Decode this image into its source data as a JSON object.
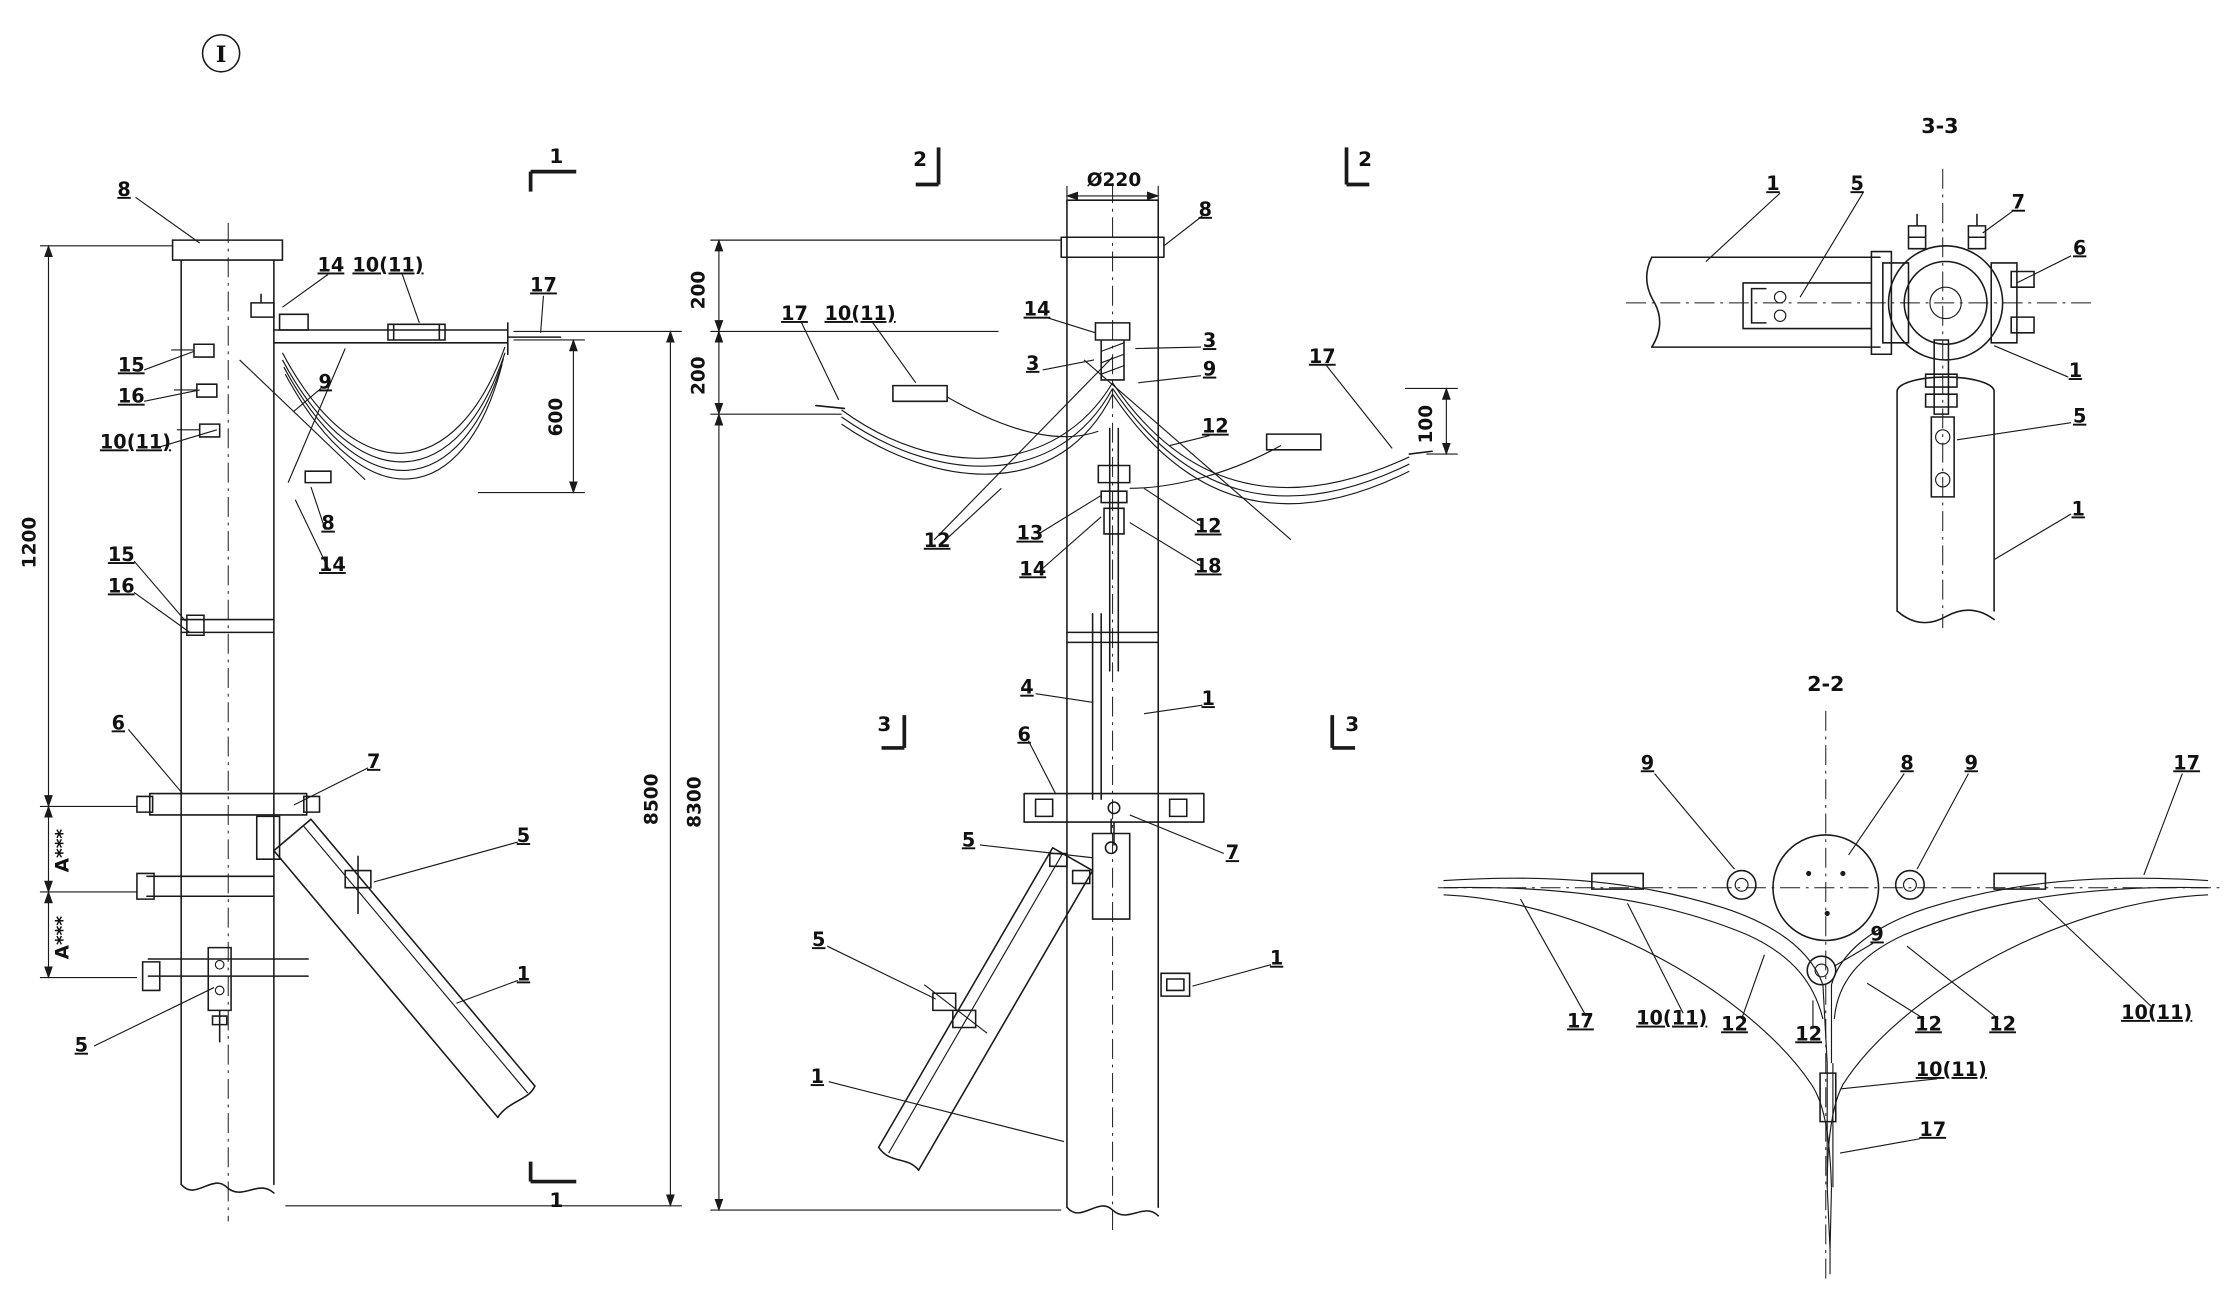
{
  "title_marker": "I",
  "colors": {
    "ink": "#1a1a1a",
    "paper": "#ffffff"
  },
  "views": {
    "front": {
      "flags": [
        "1",
        "1"
      ],
      "dims": [
        "1200",
        "A***",
        "A***",
        "600",
        "8500"
      ],
      "callouts": [
        "8",
        "14",
        "10(11)",
        "17",
        "15",
        "16",
        "9",
        "10(11)",
        "8",
        "14",
        "15",
        "16",
        "6",
        "7",
        "5",
        "1",
        "5"
      ]
    },
    "side": {
      "flags": [
        "2",
        "2",
        "3",
        "3"
      ],
      "dims": [
        "Ø220",
        "200",
        "200",
        "8300",
        "100"
      ],
      "callouts": [
        "8",
        "17",
        "10(11)",
        "14",
        "3",
        "3",
        "9",
        "17",
        "12",
        "12",
        "13",
        "12",
        "14",
        "18",
        "4",
        "1",
        "6",
        "5",
        "7",
        "5",
        "1",
        "1"
      ]
    },
    "section33": {
      "title": "3-3",
      "callouts": [
        "1",
        "5",
        "7",
        "6",
        "1",
        "5",
        "1"
      ]
    },
    "section22": {
      "title": "2-2",
      "callouts": [
        "9",
        "8",
        "9",
        "17",
        "17",
        "10(11)",
        "12",
        "9",
        "12",
        "12",
        "12",
        "10(11)",
        "10(11)",
        "17"
      ]
    }
  }
}
